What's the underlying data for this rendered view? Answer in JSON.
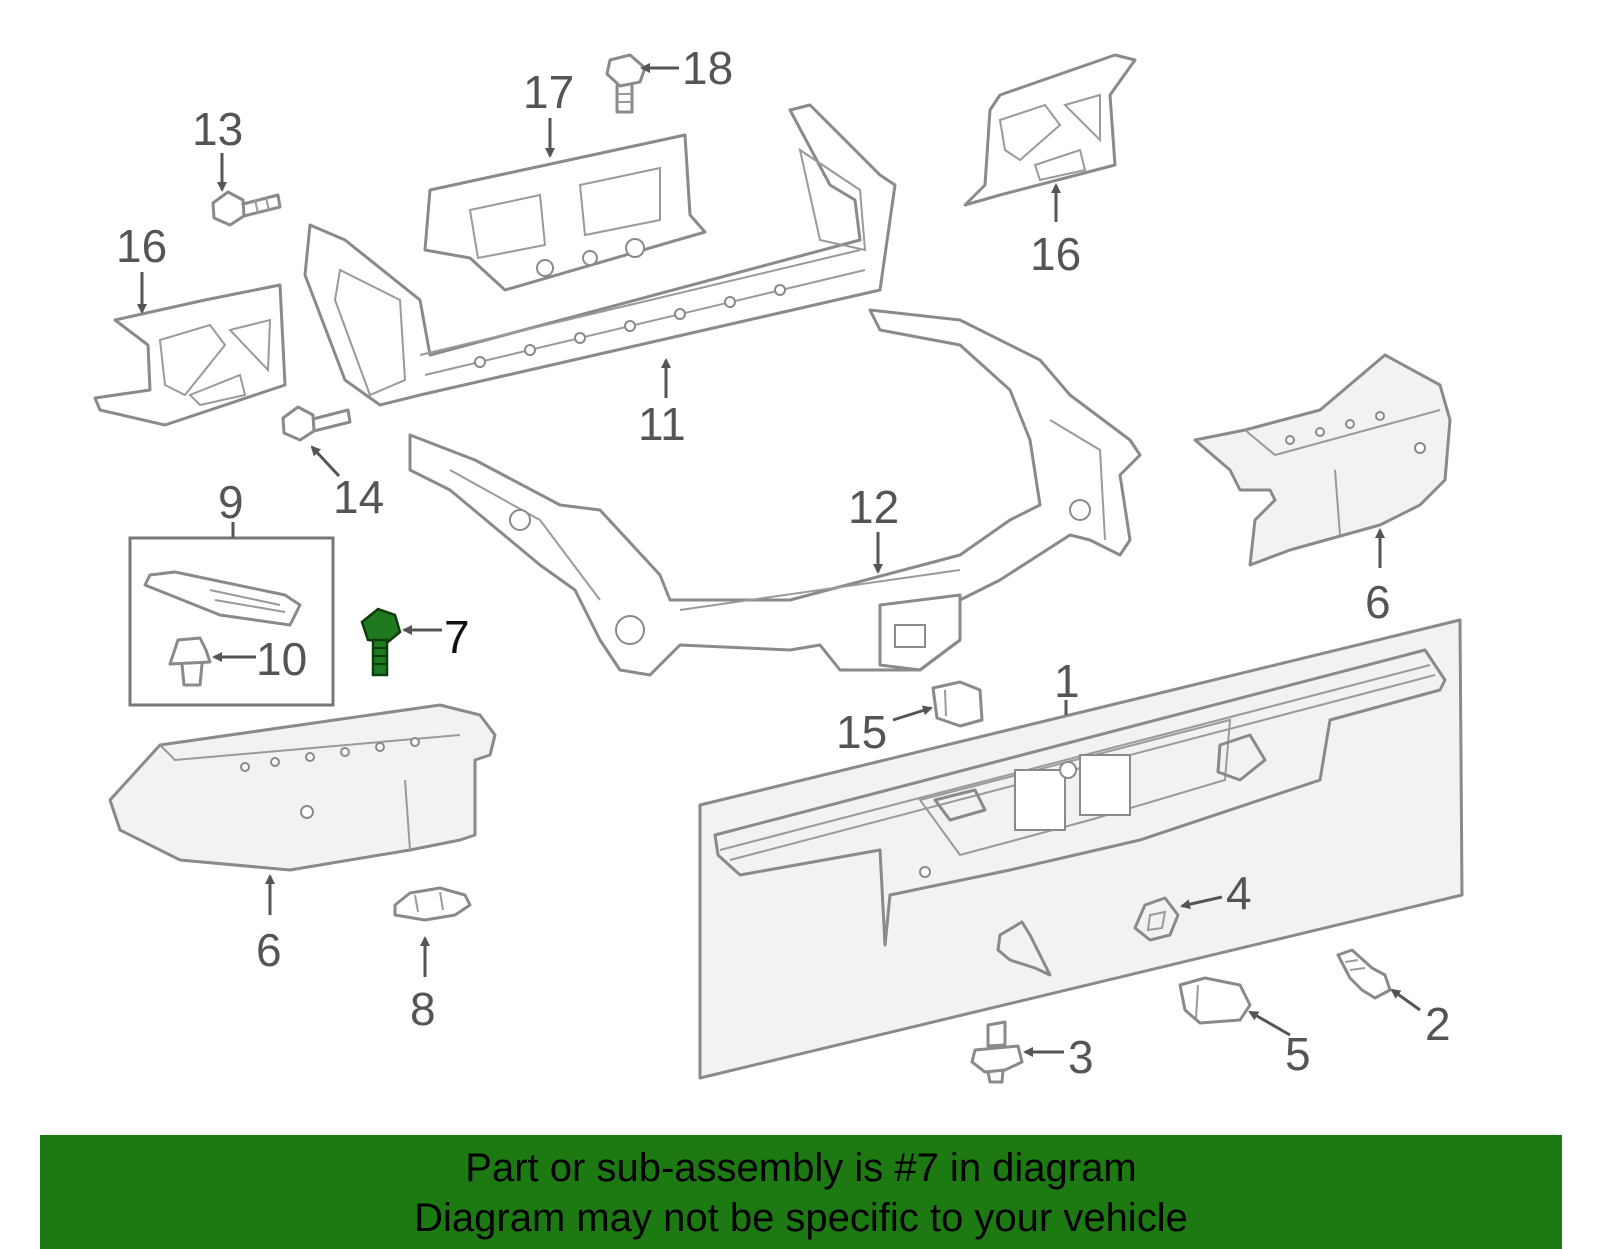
{
  "callouts": {
    "c1": "1",
    "c2": "2",
    "c3": "3",
    "c4": "4",
    "c5": "5",
    "c6a": "6",
    "c6b": "6",
    "c7": "7",
    "c8": "8",
    "c9": "9",
    "c10": "10",
    "c11": "11",
    "c12": "12",
    "c13": "13",
    "c14": "14",
    "c15": "15",
    "c16a": "16",
    "c16b": "16",
    "c17": "17",
    "c18": "18"
  },
  "highlight": {
    "part_number": "7",
    "color": "#1f7a1f"
  },
  "banner": {
    "line1": "Part or sub-assembly is #7 in diagram",
    "line2": "Diagram may not be specific to your vehicle",
    "background": "#1d7a12"
  }
}
